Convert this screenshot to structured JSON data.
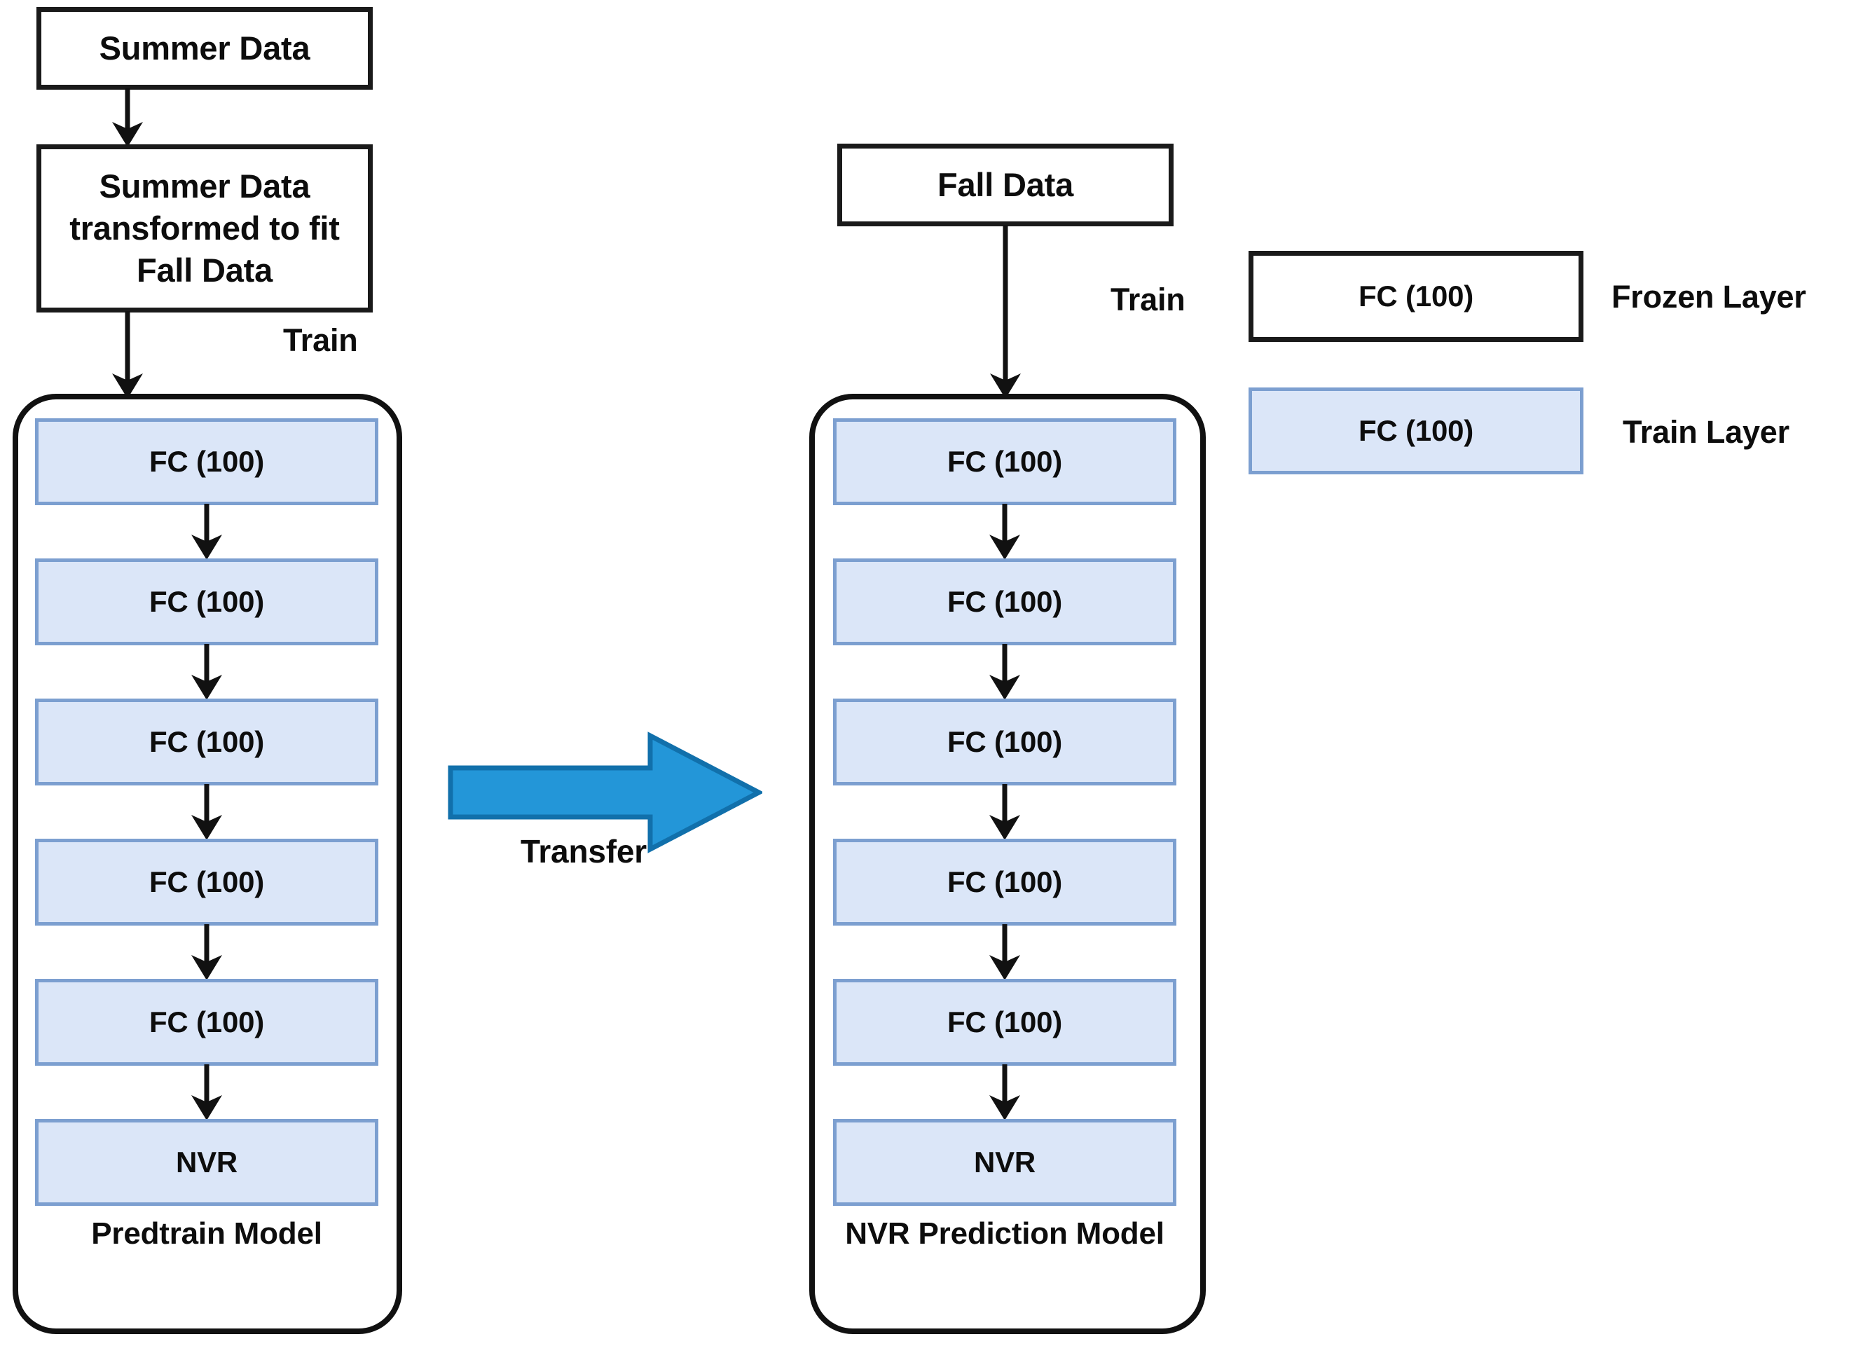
{
  "diagram": {
    "title": "Transfer learning NVR prediction pipeline",
    "colors": {
      "layer_fill": "#dbe6f8",
      "layer_border": "#7c9fd0",
      "box_border": "#1a1a1a",
      "transfer_arrow_fill": "#2396d8",
      "transfer_arrow_stroke": "#1170ab",
      "background": "#ffffff",
      "text": "#0d0d0d"
    }
  },
  "left_branch": {
    "source_box": {
      "label": "Summer Data"
    },
    "transform_box": {
      "label": "Summer Data transformed to fit Fall Data"
    },
    "edge_label": "Train",
    "model": {
      "caption": "Predtrain Model",
      "layers": [
        {
          "label": "FC (100)",
          "kind": "train"
        },
        {
          "label": "FC (100)",
          "kind": "train"
        },
        {
          "label": "FC (100)",
          "kind": "train"
        },
        {
          "label": "FC (100)",
          "kind": "train"
        },
        {
          "label": "FC (100)",
          "kind": "train"
        },
        {
          "label": "NVR",
          "kind": "train"
        }
      ]
    }
  },
  "transfer": {
    "label": "Transfer",
    "direction": "left-to-right"
  },
  "right_branch": {
    "source_box": {
      "label": "Fall Data"
    },
    "edge_label": "Train",
    "model": {
      "caption": "NVR Prediction Model",
      "layers": [
        {
          "label": "FC (100)",
          "kind": "train"
        },
        {
          "label": "FC (100)",
          "kind": "train"
        },
        {
          "label": "FC (100)",
          "kind": "train"
        },
        {
          "label": "FC (100)",
          "kind": "train"
        },
        {
          "label": "FC (100)",
          "kind": "train"
        },
        {
          "label": "NVR",
          "kind": "train"
        }
      ]
    }
  },
  "legend": {
    "items": [
      {
        "swatch_label": "FC (100)",
        "label": "Frozen Layer",
        "kind": "frozen"
      },
      {
        "swatch_label": "FC (100)",
        "label": "Train Layer",
        "kind": "train"
      }
    ]
  }
}
